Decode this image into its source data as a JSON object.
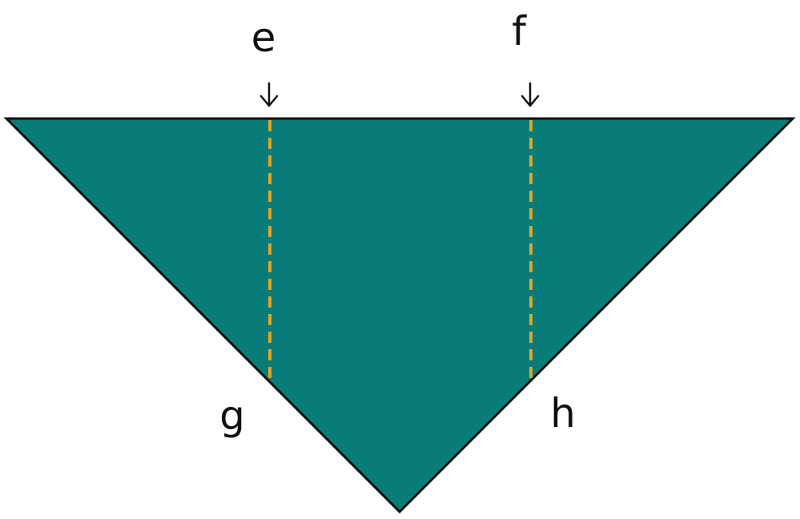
{
  "diagram": {
    "labels": {
      "e": "e",
      "f": "f",
      "g": "g",
      "h": "h"
    }
  },
  "colors": {
    "triangle_fill": "#087C78",
    "triangle_outline": "#111111",
    "fold_line": "#E0A526",
    "text": "#111111",
    "background": "#ffffff"
  }
}
